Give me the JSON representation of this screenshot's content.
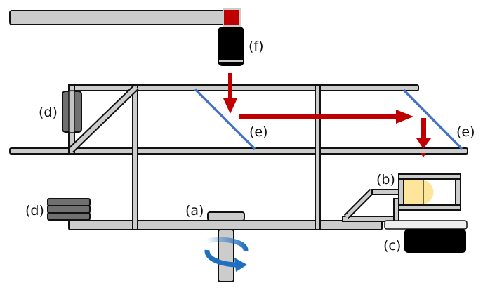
{
  "diagram": {
    "labels": {
      "a": "(a)",
      "b": "(b)",
      "c": "(c)",
      "d_left": "(d)",
      "d_stack": "(d)",
      "e_first": "(e)",
      "e_second": "(e)",
      "f": "(f)"
    },
    "components": [
      {
        "id": "a",
        "name": "rotating stage / sample holder"
      },
      {
        "id": "b",
        "name": "lamp housing with bulb"
      },
      {
        "id": "c",
        "name": "black base block"
      },
      {
        "id": "d",
        "name": "counterweights"
      },
      {
        "id": "e",
        "name": "mirrors"
      },
      {
        "id": "f",
        "name": "camera"
      }
    ],
    "colors": {
      "frame_fill": "#cccccc",
      "frame_stroke": "#111111",
      "mirror": "#4472c4",
      "beam": "#c00000",
      "camera": "#000000",
      "camera_mount": "#c00000",
      "weight": "#707070",
      "lamp_glow": "#fde59a",
      "rotation_arrow": "#1f6fc0",
      "base_block": "#000000"
    }
  }
}
